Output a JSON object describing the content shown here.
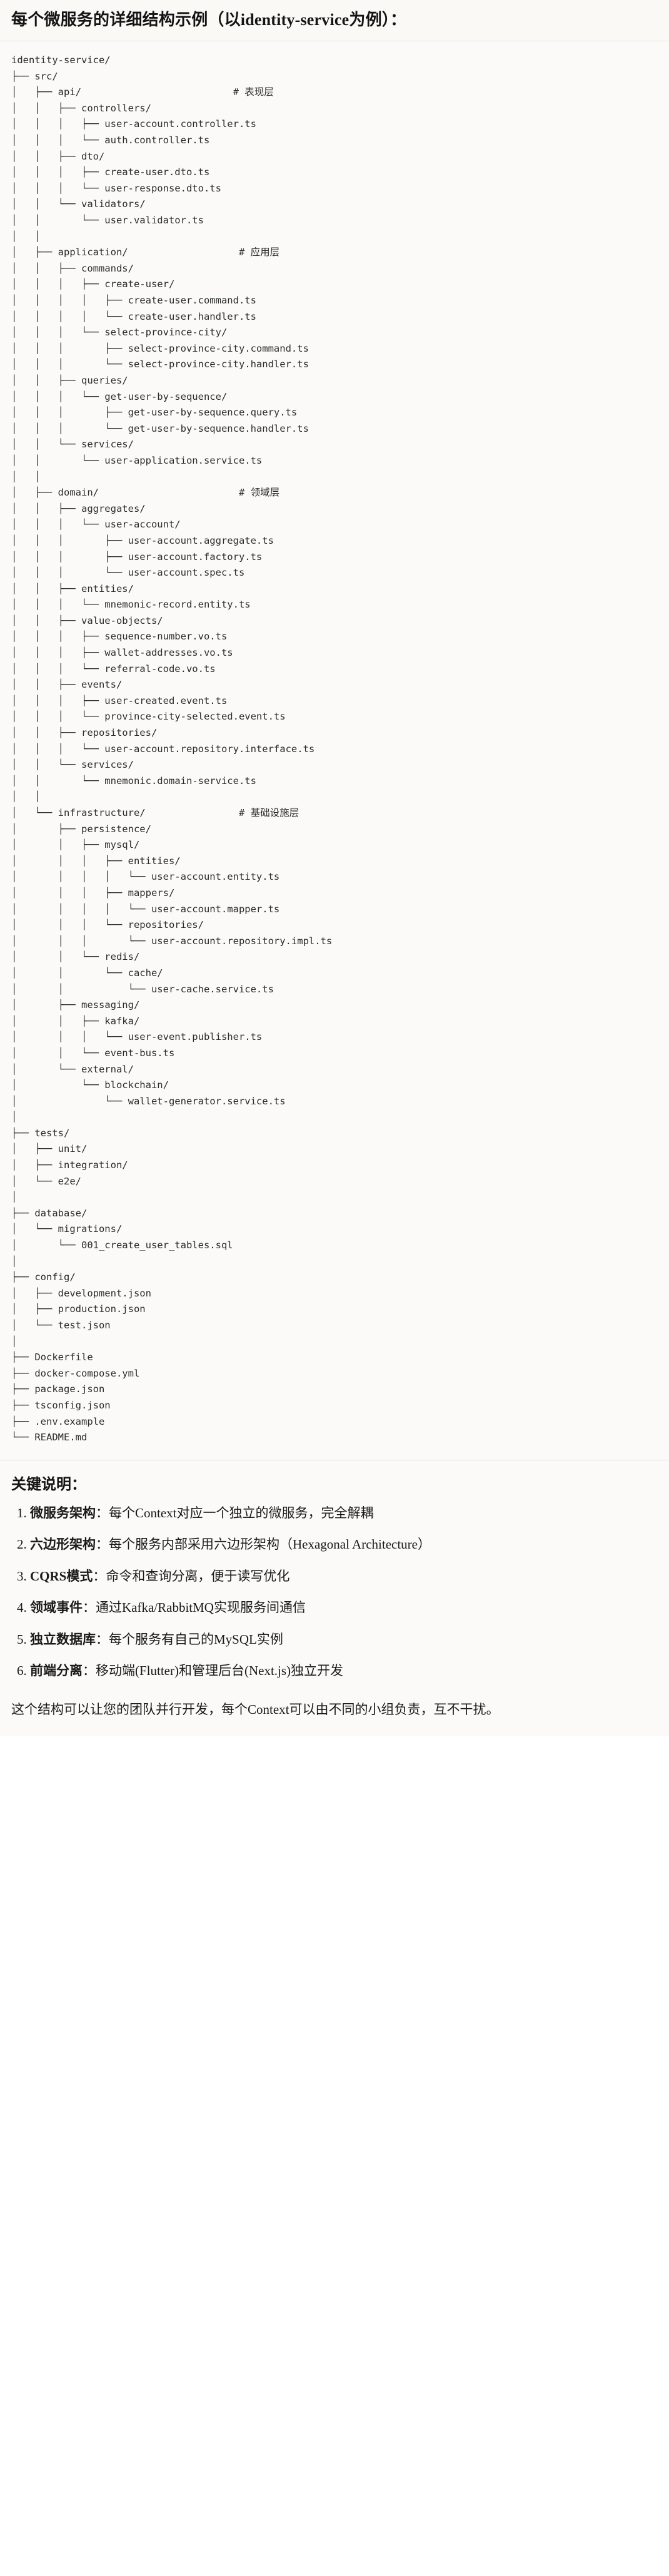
{
  "header": {
    "title": "每个微服务的详细结构示例（以identity-service为例）："
  },
  "tree": {
    "root_label": "identity-service/",
    "comment_prefix": "#",
    "layer_comments": [
      {
        "node": "api/",
        "comment": "# 表现层"
      },
      {
        "node": "application/",
        "comment": "# 应用层"
      },
      {
        "node": "domain/",
        "comment": "# 领域层"
      },
      {
        "node": "infrastructure/",
        "comment": "# 基础设施层"
      }
    ],
    "lines": [
      "identity-service/",
      "├── src/",
      "│   ├── api/                          # 表现层",
      "│   │   ├── controllers/",
      "│   │   │   ├── user-account.controller.ts",
      "│   │   │   └── auth.controller.ts",
      "│   │   ├── dto/",
      "│   │   │   ├── create-user.dto.ts",
      "│   │   │   └── user-response.dto.ts",
      "│   │   └── validators/",
      "│   │       └── user.validator.ts",
      "│   │",
      "│   ├── application/                   # 应用层",
      "│   │   ├── commands/",
      "│   │   │   ├── create-user/",
      "│   │   │   │   ├── create-user.command.ts",
      "│   │   │   │   └── create-user.handler.ts",
      "│   │   │   └── select-province-city/",
      "│   │   │       ├── select-province-city.command.ts",
      "│   │   │       └── select-province-city.handler.ts",
      "│   │   ├── queries/",
      "│   │   │   └── get-user-by-sequence/",
      "│   │   │       ├── get-user-by-sequence.query.ts",
      "│   │   │       └── get-user-by-sequence.handler.ts",
      "│   │   └── services/",
      "│   │       └── user-application.service.ts",
      "│   │",
      "│   ├── domain/                        # 领域层",
      "│   │   ├── aggregates/",
      "│   │   │   └── user-account/",
      "│   │   │       ├── user-account.aggregate.ts",
      "│   │   │       ├── user-account.factory.ts",
      "│   │   │       └── user-account.spec.ts",
      "│   │   ├── entities/",
      "│   │   │   └── mnemonic-record.entity.ts",
      "│   │   ├── value-objects/",
      "│   │   │   ├── sequence-number.vo.ts",
      "│   │   │   ├── wallet-addresses.vo.ts",
      "│   │   │   └── referral-code.vo.ts",
      "│   │   ├── events/",
      "│   │   │   ├── user-created.event.ts",
      "│   │   │   └── province-city-selected.event.ts",
      "│   │   ├── repositories/",
      "│   │   │   └── user-account.repository.interface.ts",
      "│   │   └── services/",
      "│   │       └── mnemonic.domain-service.ts",
      "│   │",
      "│   └── infrastructure/                # 基础设施层",
      "│       ├── persistence/",
      "│       │   ├── mysql/",
      "│       │   │   ├── entities/",
      "│       │   │   │   └── user-account.entity.ts",
      "│       │   │   ├── mappers/",
      "│       │   │   │   └── user-account.mapper.ts",
      "│       │   │   └── repositories/",
      "│       │   │       └── user-account.repository.impl.ts",
      "│       │   └── redis/",
      "│       │       └── cache/",
      "│       │           └── user-cache.service.ts",
      "│       ├── messaging/",
      "│       │   ├── kafka/",
      "│       │   │   └── user-event.publisher.ts",
      "│       │   └── event-bus.ts",
      "│       └── external/",
      "│           └── blockchain/",
      "│               └── wallet-generator.service.ts",
      "│",
      "├── tests/",
      "│   ├── unit/",
      "│   ├── integration/",
      "│   └── e2e/",
      "│",
      "├── database/",
      "│   └── migrations/",
      "│       └── 001_create_user_tables.sql",
      "│",
      "├── config/",
      "│   ├── development.json",
      "│   ├── production.json",
      "│   └── test.json",
      "│",
      "├── Dockerfile",
      "├── docker-compose.yml",
      "├── package.json",
      "├── tsconfig.json",
      "├── .env.example",
      "└── README.md"
    ]
  },
  "notes": {
    "title": "关键说明：",
    "items": [
      {
        "term": "微服务架构",
        "sep": "：",
        "desc": "每个Context对应一个独立的微服务，完全解耦"
      },
      {
        "term": "六边形架构",
        "sep": "：",
        "desc": "每个服务内部采用六边形架构（Hexagonal Architecture）"
      },
      {
        "term": "CQRS模式",
        "sep": "：",
        "desc": "命令和查询分离，便于读写优化"
      },
      {
        "term": "领域事件",
        "sep": "：",
        "desc": "通过Kafka/RabbitMQ实现服务间通信"
      },
      {
        "term": "独立数据库",
        "sep": "：",
        "desc": "每个服务有自己的MySQL实例"
      },
      {
        "term": "前端分离",
        "sep": "：",
        "desc": "移动端(Flutter)和管理后台(Next.js)独立开发"
      }
    ],
    "closing": "这个结构可以让您的团队并行开发，每个Context可以由不同的小组负责，互不干扰。"
  },
  "colors": {
    "page_bg": "#fbfaf8",
    "header_bg": "#faf9f6",
    "divider": "#e3e1dc",
    "text": "#1a1a1a",
    "code_text": "#2b2b2b"
  }
}
